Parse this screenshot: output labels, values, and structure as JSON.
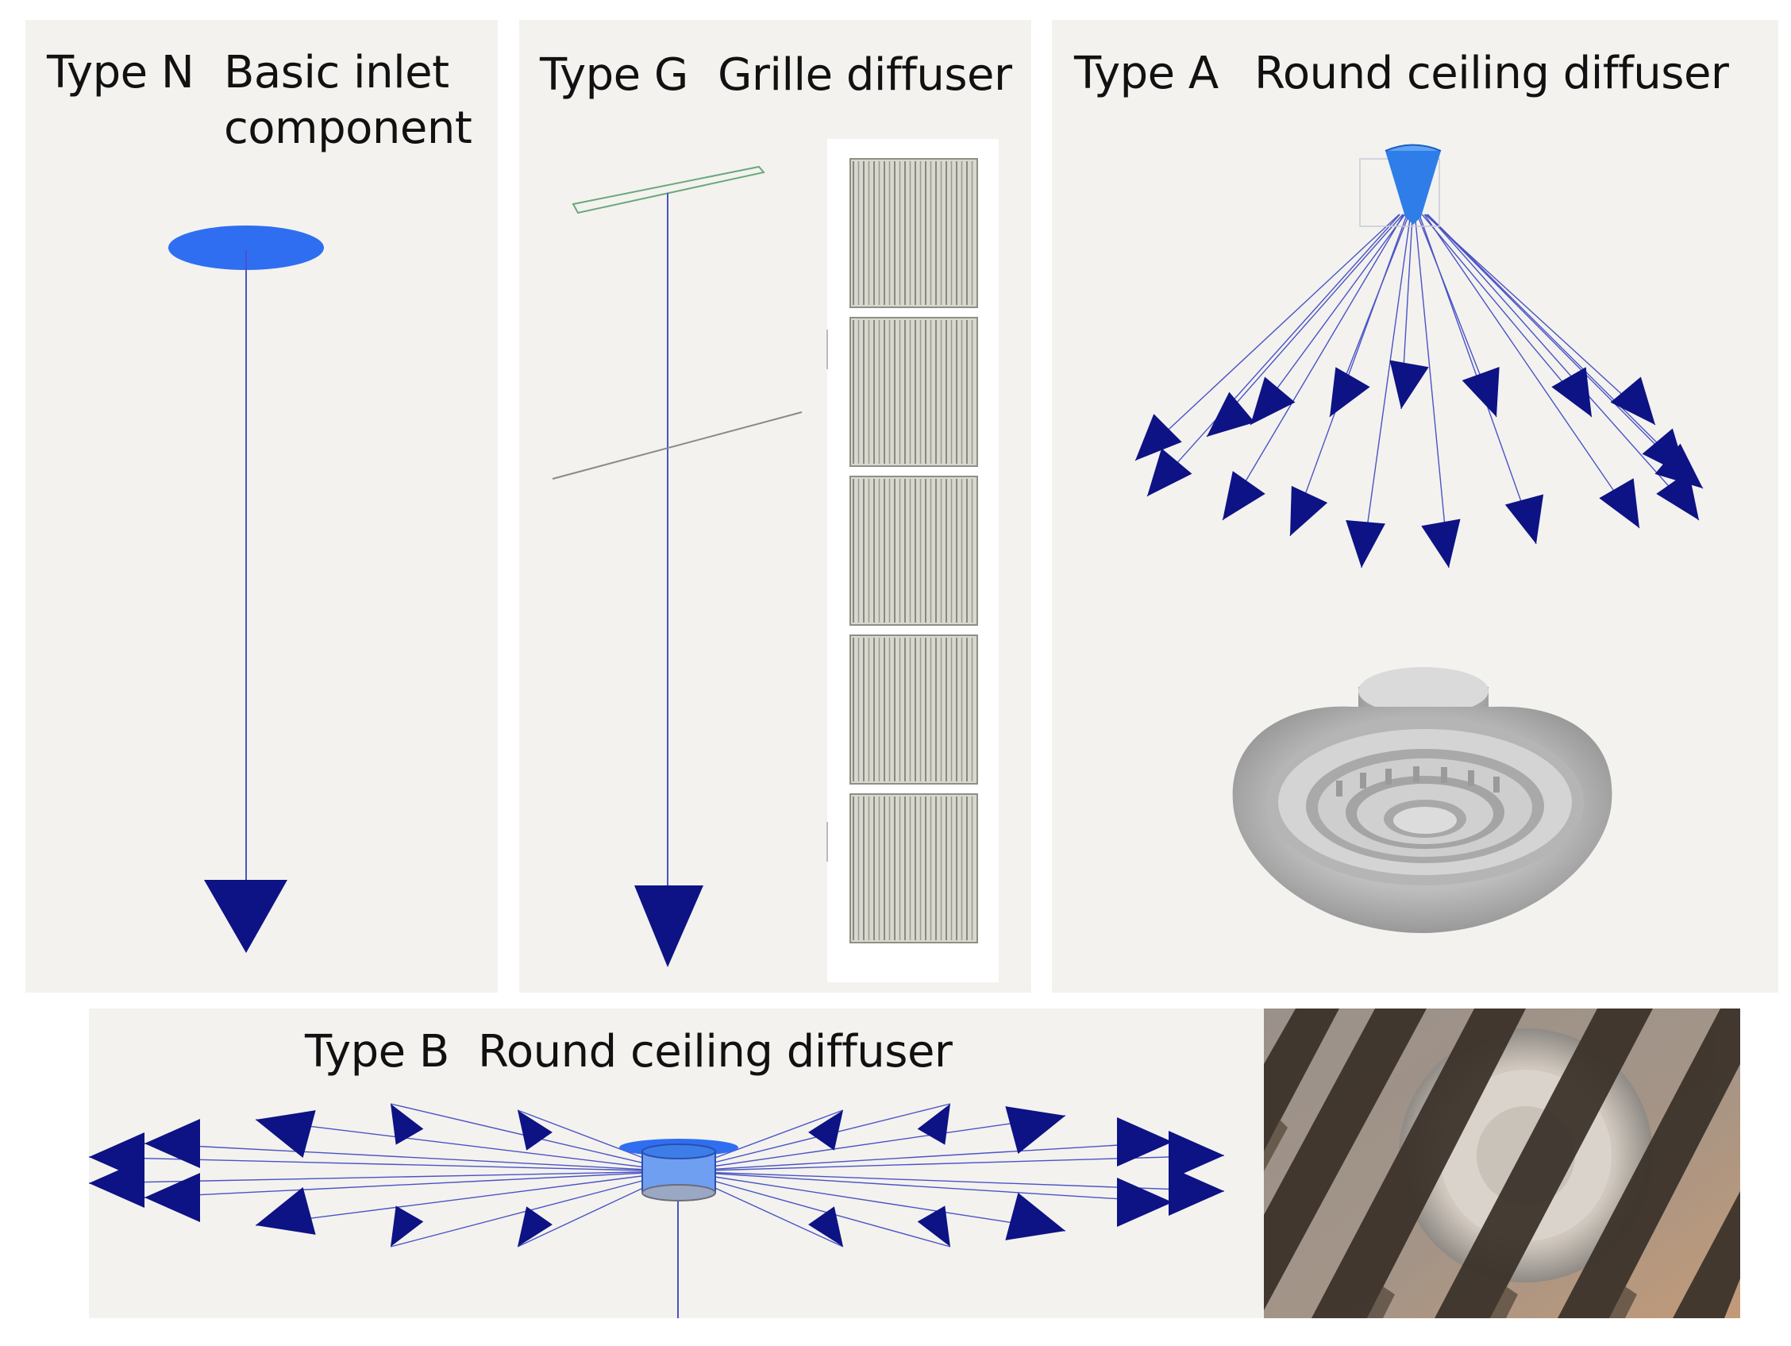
{
  "panels": {
    "type_n": {
      "type_label": "Type N",
      "name_line1": "Basic inlet",
      "name_line2": "component"
    },
    "type_g": {
      "type_label": "Type G",
      "name": "Grille diffuser"
    },
    "type_a": {
      "type_label": "Type A",
      "name": "Round ceiling diffuser"
    },
    "type_b": {
      "type_label": "Type B",
      "name": "Round ceiling diffuser"
    }
  },
  "colors": {
    "panel_background": "#f3f2ef",
    "arrow_navy": "#0d1384",
    "inlet_blue": "#2f6ef0",
    "flow_line": "#4a54c4",
    "grille_outline": "#6aa87a"
  },
  "icons": {
    "inlet": "blue-ellipse-inlet-icon",
    "arrow": "navy-triangle-arrowhead-icon",
    "cone": "blue-cone-diffuser-icon",
    "cylinder": "blue-cylinder-diffuser-icon",
    "grille": "grille-diffuser-render",
    "round_diffuser": "round-diffuser-3d-render",
    "photo": "ceiling-diffuser-photo"
  }
}
